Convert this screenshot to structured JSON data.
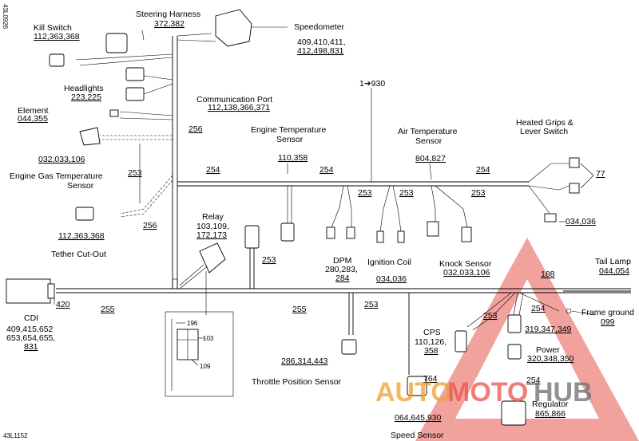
{
  "corner_codes": {
    "top": "43L0926",
    "bottom": "43L1152"
  },
  "components": {
    "kill_switch": {
      "name": "Kill Switch",
      "refs": "112,363,368"
    },
    "steering_harness": {
      "name": "Steering Harness",
      "refs": "372,382"
    },
    "speedometer": {
      "name": "Speedometer",
      "refs_line1": "409,410,411,",
      "refs_line2": "412,498,831"
    },
    "headlights": {
      "name": "Headlights",
      "refs": "223,225"
    },
    "element": {
      "name": "Element",
      "refs": "044,355"
    },
    "communication_port": {
      "name": "Communication Port",
      "refs": "112,138,366,371"
    },
    "engine_gas_temp_refs": "032,033,106",
    "engine_gas_temp_line1": "Engine Gas Temperature",
    "engine_gas_temp_line2": "Sensor",
    "engine_temp_line1": "Engine Temperature",
    "engine_temp_line2": "Sensor",
    "engine_temp_refs": "110,358",
    "air_temp_line1": "Air Temperature",
    "air_temp_line2": "Sensor",
    "air_temp_refs": "804,827",
    "heated_grips_line1": "Heated Grips &",
    "heated_grips_line2": "Lever Switch",
    "heated_grips_ref_77": "77",
    "heated_grips_refs": "034,036",
    "tether_refs": "112,363,368",
    "tether_name": "Tether Cut-Out",
    "relay_name": "Relay",
    "relay_refs_line1": "103,109,",
    "relay_refs_line2": "172,173",
    "dpm_name": "DPM",
    "dpm_refs_line1": "280,283,",
    "dpm_refs_line2": "284",
    "ignition_coil_name": "Ignition Coil",
    "ignition_coil_refs": "034,036",
    "knock_sensor_name": "Knock Sensor",
    "knock_sensor_refs": "032,033,106",
    "tail_lamp_name": "Tail Lamp",
    "tail_lamp_refs": "044,054",
    "cdi_name": "CDI",
    "cdi_ref_420": "420",
    "cdi_refs_line1": "409,415,652",
    "cdi_refs_line2": "653,654,655,",
    "cdi_refs_line3": "831",
    "frame_ground_name": "Frame ground",
    "frame_ground_ref": "099",
    "cps_name": "CPS",
    "cps_refs_line1": "110,126,",
    "cps_refs_line2": "358",
    "power_name": "Power",
    "power_refs": "320,348,350",
    "misc_refs_319": "319,347,349",
    "regulator_name": "Regulator",
    "regulator_refs": "865,866",
    "tps_refs": "286,314,443",
    "tps_name": "Throttle Position Sensor",
    "speed_sensor_ref_764": "764",
    "speed_sensor_refs": "064,645,930",
    "speed_sensor_name": "Speed Sensor",
    "relay_box_refs": {
      "r196": "196",
      "r103": "103",
      "r109": "109"
    }
  },
  "harness_labels": {
    "h1930": "1➔930",
    "w256a": "256",
    "w256b": "256",
    "w253a": "253",
    "w253b": "253",
    "w253c": "253",
    "w253d": "253",
    "w253e": "253",
    "w253f": "253",
    "w253g": "253",
    "w254a": "254",
    "w254b": "254",
    "w254c": "254",
    "w254d": "254",
    "w254e": "254",
    "w255a": "255",
    "w255b": "255",
    "w188": "188"
  },
  "watermark": {
    "part1": "AUTO",
    "part2": "MOTO",
    "part3": "HUB"
  },
  "colors": {
    "watermark_red": "#e8554a",
    "watermark_orange": "#f0a030",
    "watermark_gray": "#6d6d6d"
  }
}
